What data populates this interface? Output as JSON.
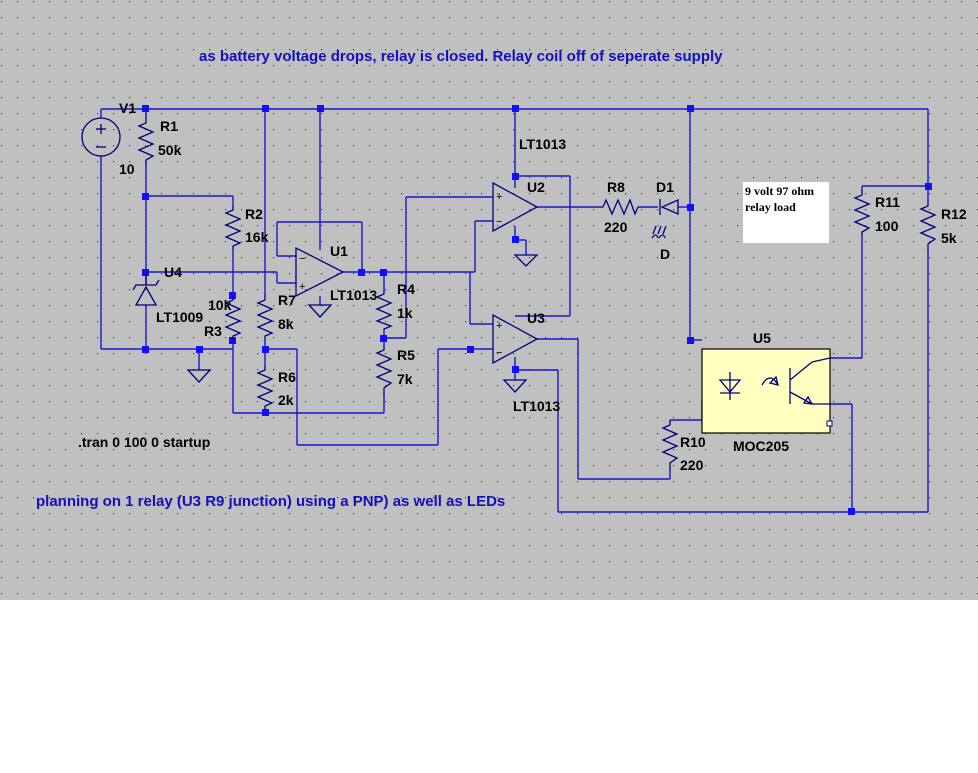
{
  "canvas_bg": "#c0c0c0",
  "wire_color": "#1818c8",
  "title_note": "as battery voltage drops, relay is closed. Relay coil off of seperate supply",
  "footer_note": "planning on 1 relay (U3 R9 junction) using a PNP) as well as LEDs",
  "directive": ".tran 0 100 0 startup",
  "relay_note": {
    "line1": "9 volt 97 ohm",
    "line2": "relay load"
  },
  "components": {
    "V1": {
      "name": "V1",
      "value": "10"
    },
    "R1": {
      "name": "R1",
      "value": "50k"
    },
    "R2": {
      "name": "R2",
      "value": "16k"
    },
    "R3": {
      "name": "R3",
      "value": "10k"
    },
    "R4": {
      "name": "R4",
      "value": "1k"
    },
    "R5": {
      "name": "R5",
      "value": "7k"
    },
    "R6": {
      "name": "R6",
      "value": "2k"
    },
    "R7": {
      "name": "R7",
      "value": "8k"
    },
    "R8": {
      "name": "R8",
      "value": "220"
    },
    "R10": {
      "name": "R10",
      "value": "220"
    },
    "R11": {
      "name": "R11",
      "value": "100"
    },
    "R12": {
      "name": "R12",
      "value": "5k"
    },
    "U1": {
      "name": "U1",
      "value": "LT1013"
    },
    "U2": {
      "name": "U2",
      "value": "LT1013"
    },
    "U3": {
      "name": "U3",
      "value": "LT1013"
    },
    "U4": {
      "name": "U4",
      "value": "LT1009"
    },
    "U5": {
      "name": "U5",
      "value": "MOC205"
    },
    "D1": {
      "name": "D1",
      "value": "D"
    }
  }
}
